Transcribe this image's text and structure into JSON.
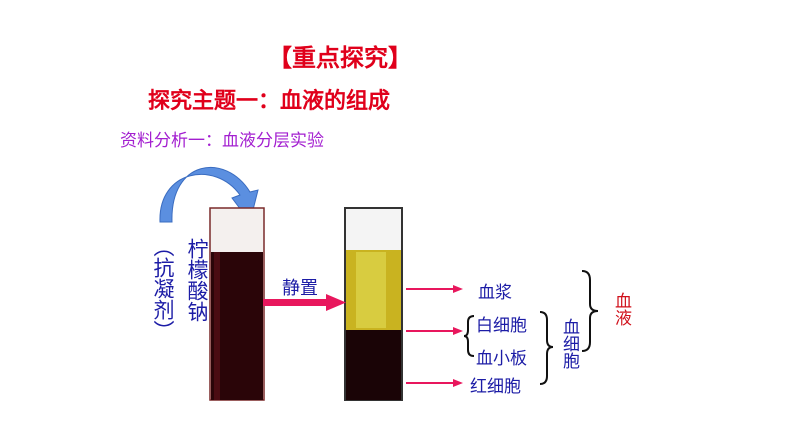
{
  "slide": {
    "heading": "【重点探究】",
    "topic": "探究主题一：血液的组成",
    "subtopic": "资料分析一：血液分层实验",
    "reagent_name": "柠檬酸钠",
    "reagent_role": "（抗凝剂）",
    "process_label": "静置",
    "layers": {
      "plasma": "血浆",
      "white_cells": "白细胞",
      "platelets": "血小板",
      "red_cells": "红细胞"
    },
    "blood_cells_group": "血细胞",
    "blood_group": "血液"
  },
  "colors": {
    "title_red": "#e0001b",
    "subtitle_purple": "#a31fd0",
    "label_blue": "#1c1ca6",
    "arrow_pink": "#e8175d",
    "curved_arrow_blue": "#5b8fe0",
    "blood_dark": "#2a0508",
    "plasma_yellow": "#c9b320"
  }
}
